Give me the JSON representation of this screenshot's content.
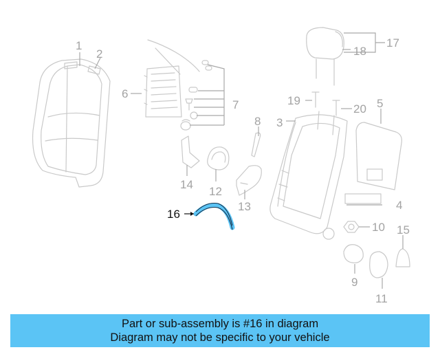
{
  "diagram": {
    "highlighted_part": "16",
    "highlight_color": "#5bc4f5",
    "callouts": [
      "1",
      "2",
      "3",
      "4",
      "5",
      "6",
      "7",
      "8",
      "9",
      "10",
      "11",
      "12",
      "13",
      "14",
      "15",
      "16",
      "17",
      "18",
      "19",
      "20"
    ]
  },
  "banner": {
    "line1": "Part or sub-assembly is #16 in diagram",
    "line2": "Diagram may not be specific to your vehicle",
    "color": "#5bc4f5"
  }
}
